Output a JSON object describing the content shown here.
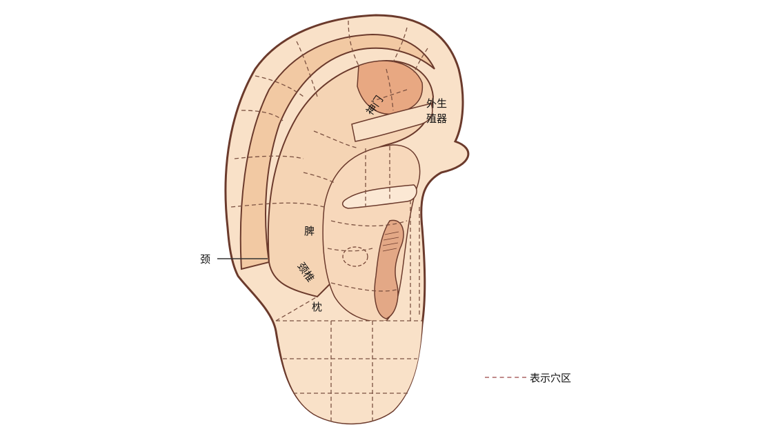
{
  "labels": {
    "shenmen": "神门",
    "genital": "外生殖器",
    "spleen": "脾",
    "neck": "颈",
    "cervical": "颈椎",
    "occiput": "枕"
  },
  "legend": {
    "text": "表示穴区"
  },
  "colors": {
    "skin_light": "#f9e1c8",
    "skin_mid": "#f2c9a3",
    "skin_dark": "#e8a882",
    "outline": "#6b3a2c",
    "zone_line": "#7a5040"
  }
}
